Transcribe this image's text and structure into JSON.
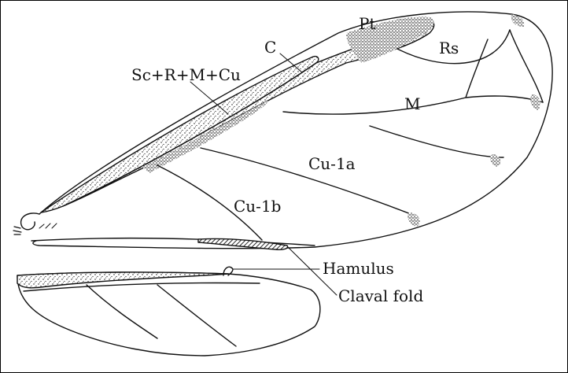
{
  "labels": {
    "pt": "Pt",
    "c": "C",
    "rs": "Rs",
    "sc": "Sc+R+M+Cu",
    "m": "M",
    "cu1a": "Cu-1a",
    "cu1b": "Cu-1b",
    "hamulus": "Hamulus",
    "claval": "Claval fold"
  },
  "colors": {
    "ink": "#111111",
    "background": "#ffffff"
  }
}
